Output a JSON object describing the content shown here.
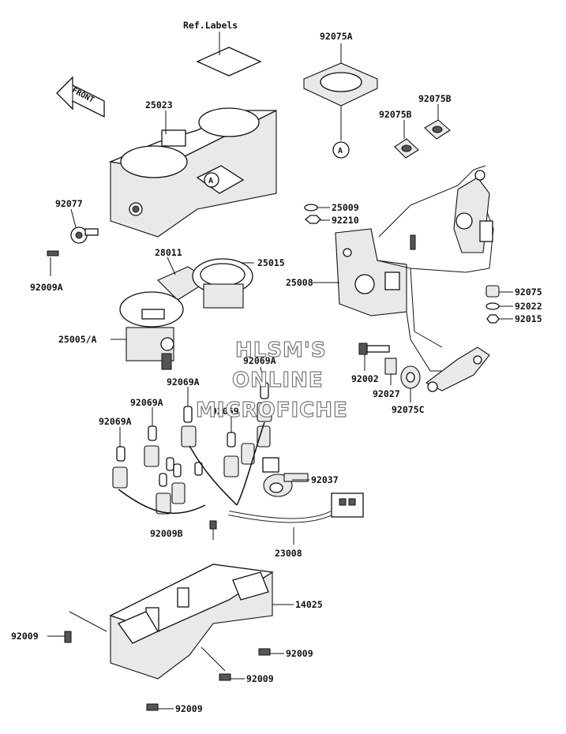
{
  "labels": {
    "ref_labels": "Ref.Labels",
    "front": "FRONT",
    "marker_a": "A",
    "p92075A": "92075A",
    "p92075B_1": "92075B",
    "p92075B_2": "92075B",
    "p25023": "25023",
    "p92077": "92077",
    "p92009A": "92009A",
    "p25009": "25009",
    "p92210": "92210",
    "p28011": "28011",
    "p25015": "25015",
    "p25008": "25008",
    "p92075": "92075",
    "p92022": "92022",
    "p92015": "92015",
    "p25005A": "25005/A",
    "p92002": "92002",
    "p92027": "92027",
    "p92075C": "92075C",
    "p92069A_1": "92069A",
    "p92069A_2": "92069A",
    "p92069A_3": "92069A",
    "p92069A_4": "92069A",
    "p92069": "92069",
    "p92037": "92037",
    "p92009B": "92009B",
    "p23008": "23008",
    "p14025": "14025",
    "p92009_1": "92009",
    "p92009_2": "92009",
    "p92009_3": "92009",
    "p92009_4": "92009"
  },
  "watermark": {
    "line1": "HLSM'S",
    "line2": "ONLINE",
    "line3": "MICROFICHE"
  }
}
